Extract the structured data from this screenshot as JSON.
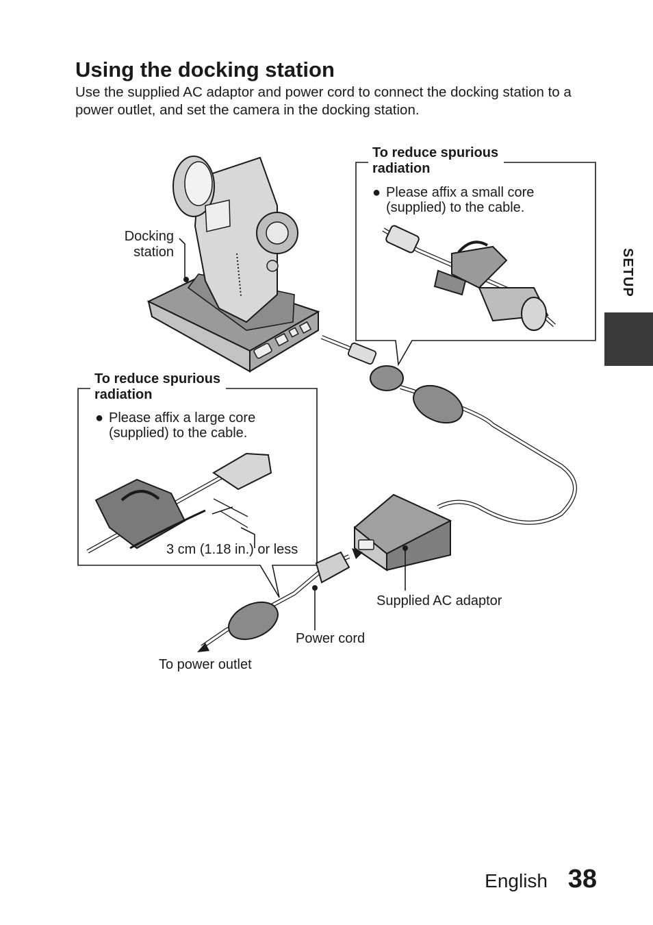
{
  "heading": "Using the docking station",
  "intro": "Use the supplied AC adaptor and power cord to connect the docking station to a power outlet, and set the camera in the docking station.",
  "callout_small": {
    "heading_line1": "To reduce spurious",
    "heading_line2": "radiation",
    "bullet": "●",
    "text_line1": "Please affix a small core",
    "text_line2": "(supplied) to the cable."
  },
  "callout_large": {
    "heading_line1": "To reduce spurious",
    "heading_line2": "radiation",
    "bullet": "●",
    "text_line1": "Please affix a large core",
    "text_line2": "(supplied) to the cable.",
    "distance": "3 cm (1.18 in.) or less"
  },
  "labels": {
    "docking_line1": "Docking",
    "docking_line2": "station",
    "ac_adaptor": "Supplied AC adaptor",
    "power_cord": "Power cord",
    "power_outlet": "To power outlet"
  },
  "section_tab": "SETUP",
  "footer": {
    "language": "English",
    "page_number": "38"
  },
  "colors": {
    "tab": "#3a3a3a",
    "device_gray": "#8f8f8f",
    "ink": "#1a1a1a"
  }
}
